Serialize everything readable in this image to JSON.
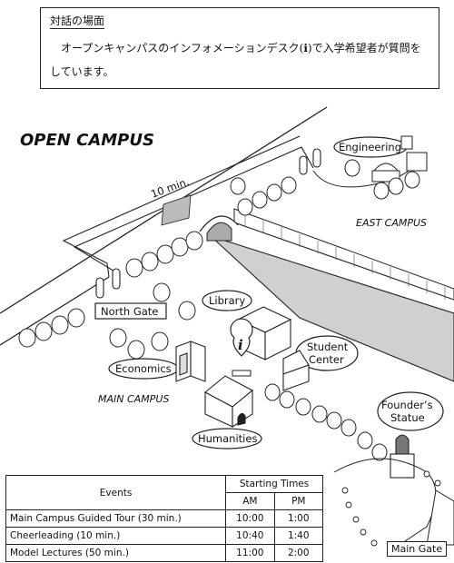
{
  "dialog": {
    "heading": "対話の場面",
    "body": "オープンキャンパスのインフォメーションデスク(ℹ)で入学希望者が質問をしています。"
  },
  "map": {
    "title": "OPEN CAMPUS",
    "labels": {
      "engineering": "Engineering",
      "east_campus": "EAST CAMPUS",
      "walk_time": "10 min.",
      "north_gate": "North Gate",
      "library": "Library",
      "student_center_line1": "Student",
      "student_center_line2": "Center",
      "economics": "Economics",
      "main_campus": "MAIN CAMPUS",
      "humanities": "Humanities",
      "founders_statue_line1": "Founder’s",
      "founders_statue_line2": "Statue",
      "main_gate": "Main Gate",
      "info_icon": "i"
    }
  },
  "events_table": {
    "col_events": "Events",
    "col_starting_times": "Starting Times",
    "col_am": "AM",
    "col_pm": "PM",
    "rows": [
      {
        "event": "Main Campus Guided Tour (30 min.)",
        "am": "10:00",
        "pm": "1:00"
      },
      {
        "event": "Cheerleading (10 min.)",
        "am": "10:40",
        "pm": "1:40"
      },
      {
        "event": "Model Lectures (50 min.)",
        "am": "11:00",
        "pm": "2:00"
      }
    ]
  }
}
